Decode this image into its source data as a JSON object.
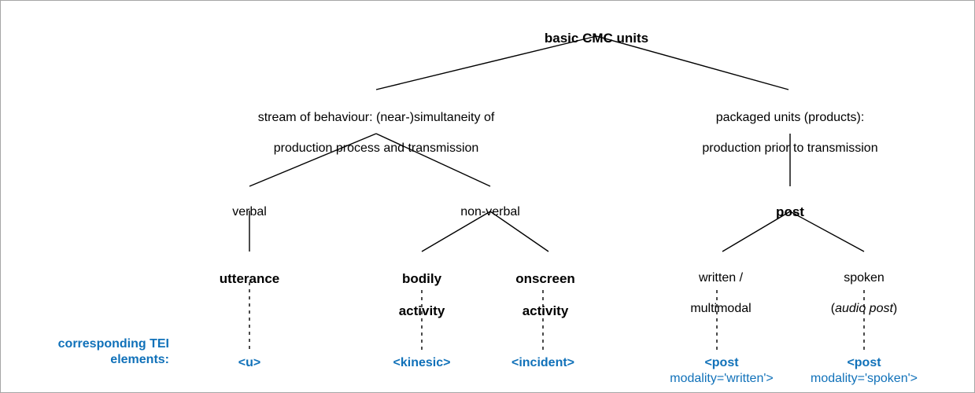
{
  "diagram": {
    "title_node": {
      "label": "basic CMC units"
    },
    "level2": [
      {
        "name": "stream-of-behaviour",
        "line1": "stream of behaviour: (near-)simultaneity of",
        "line2": "production process and transmission"
      },
      {
        "name": "packaged-units",
        "line1": "packaged units (products):",
        "line2": "production prior to transmission"
      }
    ],
    "level3": [
      {
        "name": "verbal",
        "label": "verbal"
      },
      {
        "name": "non-verbal",
        "label": "non-verbal"
      },
      {
        "name": "post",
        "label": "post"
      }
    ],
    "leaves": [
      {
        "name": "utterance",
        "line1": "utterance",
        "line2": ""
      },
      {
        "name": "bodily-activity",
        "line1": "bodily",
        "line2": "activity"
      },
      {
        "name": "onscreen-activity",
        "line1": "onscreen",
        "line2": "activity"
      },
      {
        "name": "written-multimodal",
        "line1": "written /",
        "line2": "multimodal"
      },
      {
        "name": "spoken-audio-post",
        "line1": "spoken",
        "line2_prefix": "(",
        "line2_italic": "audio post",
        "line2_suffix": ")"
      }
    ],
    "tei_caption": {
      "line1": "corresponding TEI",
      "line2": "elements:"
    },
    "tei_elements": [
      {
        "name": "tei-u",
        "line1": "<u>",
        "line2": ""
      },
      {
        "name": "tei-kinesic",
        "line1": "<kinesic>",
        "line2": ""
      },
      {
        "name": "tei-incident",
        "line1": "<incident>",
        "line2": ""
      },
      {
        "name": "tei-post-written",
        "line1": "<post",
        "line2": "modality='written'>"
      },
      {
        "name": "tei-post-spoken",
        "line1": "<post",
        "line2": "modality='spoken'>"
      }
    ],
    "colors": {
      "text": "#000000",
      "tei_blue": "#1071B9",
      "edge": "#000000",
      "border": "#a6a6a6",
      "background": "#ffffff"
    }
  }
}
